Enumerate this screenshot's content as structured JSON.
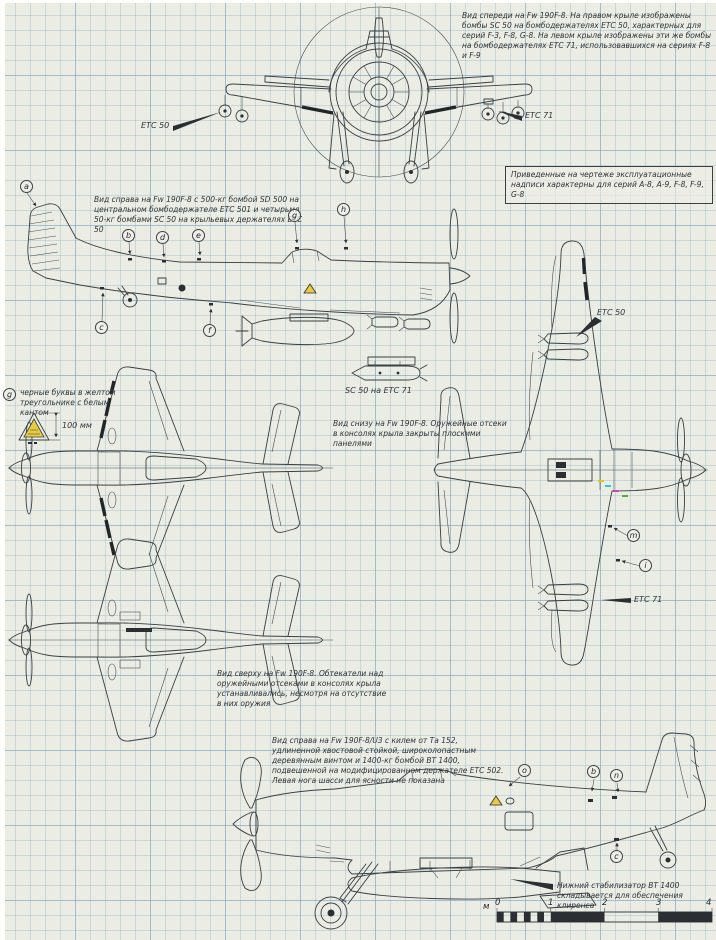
{
  "colors": {
    "paper": "#ebece3",
    "grid": "#7fa6c3",
    "ink": "#3a3f43",
    "marking_yellow": "#e9cb3e",
    "speck_cyan": "#2ec8d8",
    "speck_magenta": "#d344b0",
    "speck_green": "#4fae3a",
    "speck_yellow": "#d8c32a"
  },
  "captions": {
    "front_view": "Вид спереди на Fw 190F-8. На правом крыле изображены бомбы SC 50 на бомбодержателях ETC 50, характерных для серий F-3, F-8, G-8. На левом крыле изображены эти же бомбы на бомбодержателях ETC 71, использовавшихся на сериях F-8 и F-9",
    "note_box": "Приведенные на чертеже эксплуатационные надписи характерны для серий A-8, A-9, F-8, F-9, G-8",
    "side_view": "Вид справа на Fw 190F-8 с 500-кг бомбой SD 500 на центральном бомбодержателе ETC 501 и четырьмя 50-кг бомбами SC 50 на крыльевых держателях ETC 50",
    "legend_g": "черные буквы в желтом треугольнике с белым кантом",
    "dim_100mm": "100 мм",
    "bottom_view": "Вид снизу на Fw 190F-8. Оружейные отсеки в консолях крыла закрыты плоскими панелями",
    "top_view": "Вид сверху на Fw 190F-8. Обтекатели над оружейными отсеками в консолях крыла устанавливались, несмотря на отсутствие в них оружия",
    "u3_view": "Вид справа на Fw 190F-8/U3 с килем от Та 152, удлиненной хвостовой стойкой, широколопастным деревянным винтом и 1400-кг бомбой BT 1400, подвешенной на модифицированном держателе ETC 502. Левая нога шасси для ясности не показана",
    "stabilizer_note": "Нижний стабилизатор BT 1400 складывается для обеспечения клиренса"
  },
  "labels": {
    "etc50_front": "ETC 50",
    "etc71_front": "ETC 71",
    "sc50_etc71": "SC 50 на ETC 71",
    "etc50_bottom": "ETC 50",
    "etc71_bottom": "ETC 71"
  },
  "callouts": {
    "legend": "g",
    "side": [
      "a",
      "b",
      "c",
      "d",
      "e",
      "f",
      "g",
      "h"
    ],
    "bottom": [
      "m",
      "i"
    ],
    "u3": [
      "o",
      "b",
      "n",
      "c"
    ]
  },
  "scale_bar": {
    "unit": "м",
    "ticks": [
      "0",
      "1",
      "2",
      "3",
      "4"
    ]
  }
}
